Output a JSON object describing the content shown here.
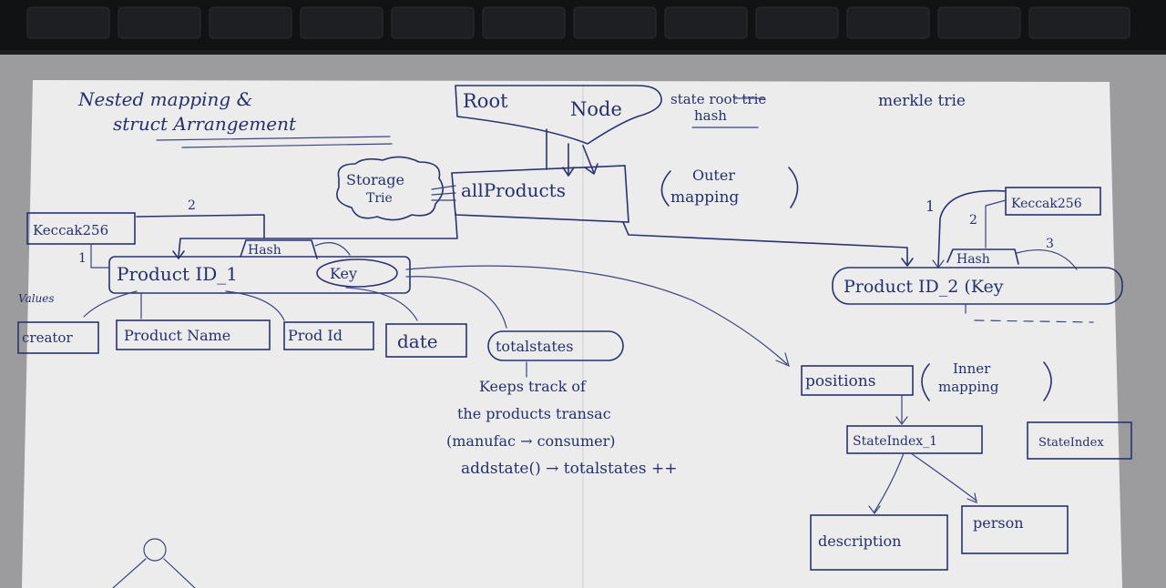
{
  "title": {
    "line1": "Nested mapping &",
    "line2": "struct Arrangement"
  },
  "root": {
    "word1": "Root",
    "word2": "Node"
  },
  "state_note": {
    "line1": "state root trie",
    "line2": "hash"
  },
  "merkle": "merkle trie",
  "storage": {
    "line1": "Storage",
    "line2": "Trie"
  },
  "all_products": "allProducts",
  "outer": {
    "line1": "Outer",
    "line2": "mapping"
  },
  "keccak_left": "Keccak256",
  "keccak_right": "Keccak256",
  "hash_left": "Hash",
  "hash_right": "Hash",
  "num": {
    "two": "2",
    "one": "1",
    "three": "3"
  },
  "product1": "Product ID_1",
  "key1": "Key",
  "product2": "Product ID_2 (Key",
  "values_label": "Values",
  "fields": {
    "creator": "creator",
    "product_name": "Product Name",
    "prod_id": "Prod Id",
    "date": "date",
    "totalstates": "totalstates"
  },
  "note": {
    "line1": "Keeps track of",
    "line2": "the products transac",
    "line3": "(manufac → consumer)",
    "line4": "addstate() → totalstates ++"
  },
  "positions": "positions",
  "inner": {
    "line1": "Inner",
    "line2": "mapping"
  },
  "state_index1": "StateIndex_1",
  "state_index2": "StateIndex",
  "description": "description",
  "person": "person",
  "colors": {
    "ink": "#2a3270",
    "paper": "#eeeeee",
    "background": "#1a1b1d"
  }
}
